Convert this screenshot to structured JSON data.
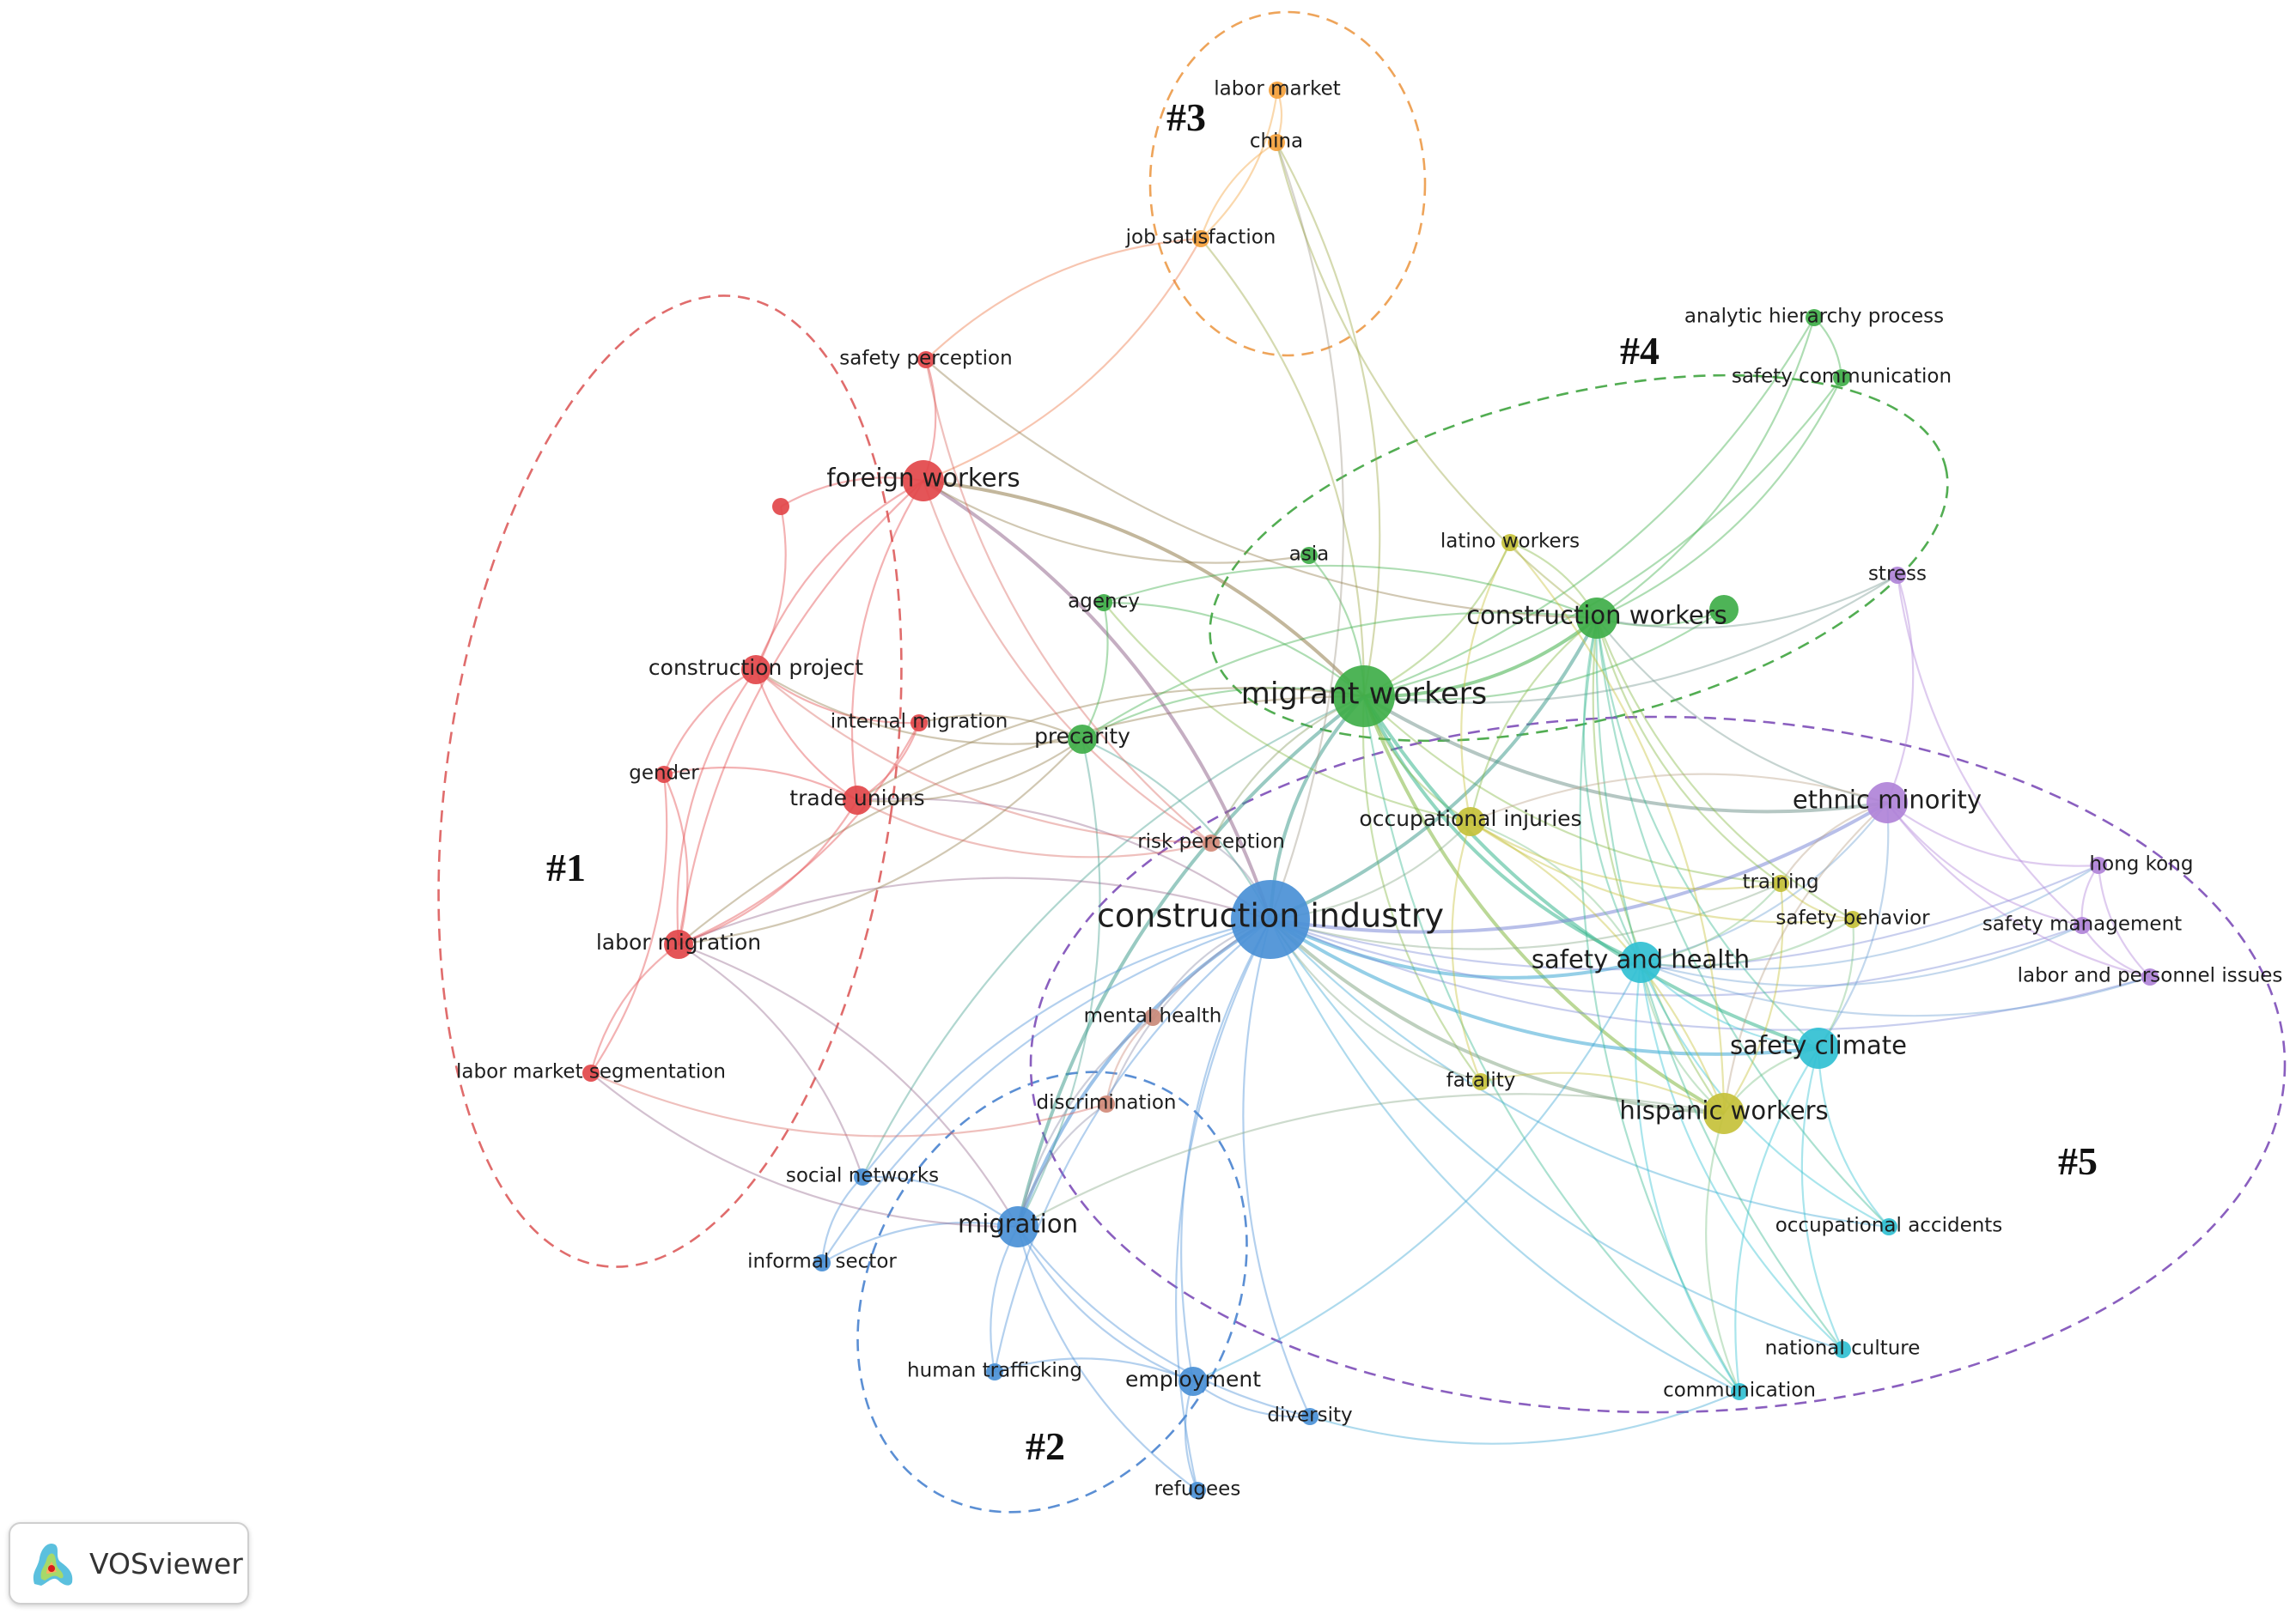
{
  "nodes": [
    {
      "id": "labor-market",
      "label": "labor market",
      "color": "#f4a13c",
      "size": "s"
    },
    {
      "id": "china",
      "label": "china",
      "color": "#f4a13c",
      "size": "s"
    },
    {
      "id": "job-satisfaction",
      "label": "job satisfaction",
      "color": "#f4a13c",
      "size": "s"
    },
    {
      "id": "safety-perception",
      "label": "safety perception",
      "color": "#e2474a",
      "size": "s"
    },
    {
      "id": "foreign-workers",
      "label": "foreign workers",
      "color": "#e2474a",
      "size": "l"
    },
    {
      "id": "red-unlabeled",
      "label": "",
      "color": "#e2474a",
      "size": "s"
    },
    {
      "id": "construction-project",
      "label": "construction project",
      "color": "#e2474a",
      "size": "m"
    },
    {
      "id": "internal-migration",
      "label": "internal migration",
      "color": "#e2474a",
      "size": "s"
    },
    {
      "id": "gender",
      "label": "gender",
      "color": "#e2474a",
      "size": "s"
    },
    {
      "id": "trade-unions",
      "label": "trade unions",
      "color": "#e2474a",
      "size": "m"
    },
    {
      "id": "labor-migration",
      "label": "labor migration",
      "color": "#e2474a",
      "size": "m"
    },
    {
      "id": "labor-market-segmentation",
      "label": "labor market segmentation",
      "color": "#e2474a",
      "size": "s"
    },
    {
      "id": "analytic-hierarchy-process",
      "label": "analytic hierarchy process",
      "color": "#3fae49",
      "size": "s"
    },
    {
      "id": "safety-communication",
      "label": "safety communication",
      "color": "#3fae49",
      "size": "s"
    },
    {
      "id": "asia",
      "label": "asia",
      "color": "#3fae49",
      "size": "s"
    },
    {
      "id": "latino-workers",
      "label": "latino workers",
      "color": "#c6c13a",
      "size": "s"
    },
    {
      "id": "agency",
      "label": "agency",
      "color": "#3fae49",
      "size": "s"
    },
    {
      "id": "construction-workers",
      "label": "construction workers",
      "color": "#3fae49",
      "size": "l"
    },
    {
      "id": "green-unlabeled",
      "label": "",
      "color": "#3fae49",
      "size": "m"
    },
    {
      "id": "migrant-workers",
      "label": "migrant workers",
      "color": "#3fae49",
      "size": "xl"
    },
    {
      "id": "precarity",
      "label": "precarity",
      "color": "#3fae49",
      "size": "m"
    },
    {
      "id": "stress",
      "label": "stress",
      "color": "#b083d8",
      "size": "s"
    },
    {
      "id": "ethnic-minority",
      "label": "ethnic minority",
      "color": "#b083d8",
      "size": "l"
    },
    {
      "id": "occupational-injuries",
      "label": "occupational injuries",
      "color": "#c6c13a",
      "size": "m"
    },
    {
      "id": "risk-perception",
      "label": "risk perception",
      "color": "#d28a78",
      "size": "s"
    },
    {
      "id": "training",
      "label": "training",
      "color": "#c6c13a",
      "size": "s"
    },
    {
      "id": "hong-kong",
      "label": "hong kong",
      "color": "#b083d8",
      "size": "s"
    },
    {
      "id": "construction-industry",
      "label": "construction industry",
      "color": "#4a90d6",
      "size": "xxl"
    },
    {
      "id": "safety-behavior",
      "label": "safety behavior",
      "color": "#c6c13a",
      "size": "s"
    },
    {
      "id": "safety-management",
      "label": "safety management",
      "color": "#b083d8",
      "size": "s"
    },
    {
      "id": "safety-and-health",
      "label": "safety and health",
      "color": "#31c0d2",
      "size": "l"
    },
    {
      "id": "labor-and-personnel-issues",
      "label": "labor and personnel issues",
      "color": "#b083d8",
      "size": "s"
    },
    {
      "id": "mental-health",
      "label": "mental health",
      "color": "#c98a7a",
      "size": "s"
    },
    {
      "id": "safety-climate",
      "label": "safety climate",
      "color": "#31c0d2",
      "size": "l"
    },
    {
      "id": "fatality",
      "label": "fatality",
      "color": "#c6c13a",
      "size": "s"
    },
    {
      "id": "discrimination",
      "label": "discrimination",
      "color": "#d28a78",
      "size": "s"
    },
    {
      "id": "hispanic-workers",
      "label": "hispanic workers",
      "color": "#c6c13a",
      "size": "l"
    },
    {
      "id": "social-networks",
      "label": "social networks",
      "color": "#4a90d6",
      "size": "s"
    },
    {
      "id": "migration",
      "label": "migration",
      "color": "#4a90d6",
      "size": "l"
    },
    {
      "id": "occupational-accidents",
      "label": "occupational accidents",
      "color": "#31c0d2",
      "size": "s"
    },
    {
      "id": "informal-sector",
      "label": "informal sector",
      "color": "#4a90d6",
      "size": "s"
    },
    {
      "id": "national-culture",
      "label": "national culture",
      "color": "#31c0d2",
      "size": "s"
    },
    {
      "id": "human-trafficking",
      "label": "human trafficking",
      "color": "#4a90d6",
      "size": "s"
    },
    {
      "id": "employment",
      "label": "employment",
      "color": "#4a90d6",
      "size": "m"
    },
    {
      "id": "communication",
      "label": "communication",
      "color": "#31c0d2",
      "size": "s"
    },
    {
      "id": "diversity",
      "label": "diversity",
      "color": "#4a90d6",
      "size": "s"
    },
    {
      "id": "refugees",
      "label": "refugees",
      "color": "#4a90d6",
      "size": "s"
    }
  ],
  "clusters": [
    {
      "id": "1",
      "label": "#1",
      "color": "#e06c6c"
    },
    {
      "id": "2",
      "label": "#2",
      "color": "#5b8fd4"
    },
    {
      "id": "3",
      "label": "#3",
      "color": "#eea45a"
    },
    {
      "id": "4",
      "label": "#4",
      "color": "#52ad52"
    },
    {
      "id": "5",
      "label": "#5",
      "color": "#8a5fbf"
    }
  ],
  "links": [
    [
      "migrant-workers",
      "construction-workers"
    ],
    [
      "migrant-workers",
      "construction-industry"
    ],
    [
      "migrant-workers",
      "precarity"
    ],
    [
      "migrant-workers",
      "safety-and-health"
    ],
    [
      "migrant-workers",
      "occupational-injuries"
    ],
    [
      "migrant-workers",
      "agency"
    ],
    [
      "migrant-workers",
      "asia"
    ],
    [
      "migrant-workers",
      "latino-workers"
    ],
    [
      "migrant-workers",
      "foreign-workers"
    ],
    [
      "migrant-workers",
      "china"
    ],
    [
      "migrant-workers",
      "ethnic-minority"
    ],
    [
      "migrant-workers",
      "safety-climate"
    ],
    [
      "migrant-workers",
      "hispanic-workers"
    ],
    [
      "migrant-workers",
      "migration"
    ],
    [
      "migrant-workers",
      "trade-unions"
    ],
    [
      "migrant-workers",
      "safety-communication"
    ],
    [
      "migrant-workers",
      "analytic-hierarchy-process"
    ],
    [
      "migrant-workers",
      "green-unlabeled"
    ],
    [
      "migrant-workers",
      "job-satisfaction"
    ],
    [
      "migrant-workers",
      "labor-migration"
    ],
    [
      "migrant-workers",
      "training"
    ],
    [
      "migrant-workers",
      "fatality"
    ],
    [
      "migrant-workers",
      "communication"
    ],
    [
      "migrant-workers",
      "social-networks"
    ],
    [
      "migrant-workers",
      "stress"
    ],
    [
      "migrant-workers",
      "risk-perception"
    ],
    [
      "construction-industry",
      "safety-and-health"
    ],
    [
      "construction-industry",
      "migration"
    ],
    [
      "construction-industry",
      "employment"
    ],
    [
      "construction-industry",
      "hispanic-workers"
    ],
    [
      "construction-industry",
      "safety-climate"
    ],
    [
      "construction-industry",
      "construction-workers"
    ],
    [
      "construction-industry",
      "ethnic-minority"
    ],
    [
      "construction-industry",
      "human-trafficking"
    ],
    [
      "construction-industry",
      "refugees"
    ],
    [
      "construction-industry",
      "diversity"
    ],
    [
      "construction-industry",
      "social-networks"
    ],
    [
      "construction-industry",
      "informal-sector"
    ],
    [
      "construction-industry",
      "mental-health"
    ],
    [
      "construction-industry",
      "discrimination"
    ],
    [
      "construction-industry",
      "foreign-workers"
    ],
    [
      "construction-industry",
      "national-culture"
    ],
    [
      "construction-industry",
      "communication"
    ],
    [
      "construction-industry",
      "occupational-accidents"
    ],
    [
      "construction-industry",
      "labor-and-personnel-issues"
    ],
    [
      "construction-industry",
      "safety-management"
    ],
    [
      "construction-industry",
      "occupational-injuries"
    ],
    [
      "construction-industry",
      "precarity"
    ],
    [
      "construction-industry",
      "labor-migration"
    ],
    [
      "construction-industry",
      "china"
    ],
    [
      "construction-industry",
      "fatality"
    ],
    [
      "construction-industry",
      "risk-perception"
    ],
    [
      "construction-industry",
      "trade-unions"
    ],
    [
      "construction-industry",
      "hong-kong"
    ],
    [
      "construction-industry",
      "training"
    ],
    [
      "construction-workers",
      "safety-communication"
    ],
    [
      "construction-workers",
      "analytic-hierarchy-process"
    ],
    [
      "construction-workers",
      "safety-and-health"
    ],
    [
      "construction-workers",
      "hispanic-workers"
    ],
    [
      "construction-workers",
      "safety-climate"
    ],
    [
      "construction-workers",
      "latino-workers"
    ],
    [
      "construction-workers",
      "green-unlabeled"
    ],
    [
      "construction-workers",
      "occupational-injuries"
    ],
    [
      "construction-workers",
      "stress"
    ],
    [
      "construction-workers",
      "ethnic-minority"
    ],
    [
      "construction-workers",
      "precarity"
    ],
    [
      "construction-workers",
      "agency"
    ],
    [
      "construction-workers",
      "national-culture"
    ],
    [
      "construction-workers",
      "communication"
    ],
    [
      "construction-workers",
      "training"
    ],
    [
      "construction-workers",
      "safety-behavior"
    ],
    [
      "construction-workers",
      "occupational-accidents"
    ],
    [
      "safety-and-health",
      "safety-climate"
    ],
    [
      "safety-and-health",
      "hispanic-workers"
    ],
    [
      "safety-and-health",
      "ethnic-minority"
    ],
    [
      "safety-and-health",
      "occupational-accidents"
    ],
    [
      "safety-and-health",
      "national-culture"
    ],
    [
      "safety-and-health",
      "communication"
    ],
    [
      "safety-and-health",
      "training"
    ],
    [
      "safety-and-health",
      "safety-behavior"
    ],
    [
      "safety-and-health",
      "occupational-injuries"
    ],
    [
      "safety-and-health",
      "labor-and-personnel-issues"
    ],
    [
      "safety-and-health",
      "safety-management"
    ],
    [
      "safety-and-health",
      "hong-kong"
    ],
    [
      "safety-climate",
      "hispanic-workers"
    ],
    [
      "safety-climate",
      "occupational-accidents"
    ],
    [
      "safety-climate",
      "national-culture"
    ],
    [
      "safety-climate",
      "communication"
    ],
    [
      "safety-climate",
      "ethnic-minority"
    ],
    [
      "safety-climate",
      "safety-behavior"
    ],
    [
      "hispanic-workers",
      "occupational-injuries"
    ],
    [
      "hispanic-workers",
      "fatality"
    ],
    [
      "hispanic-workers",
      "training"
    ],
    [
      "hispanic-workers",
      "communication"
    ],
    [
      "hispanic-workers",
      "latino-workers"
    ],
    [
      "hispanic-workers",
      "migration"
    ],
    [
      "ethnic-minority",
      "stress"
    ],
    [
      "ethnic-minority",
      "hong-kong"
    ],
    [
      "ethnic-minority",
      "safety-management"
    ],
    [
      "ethnic-minority",
      "labor-and-personnel-issues"
    ],
    [
      "ethnic-minority",
      "occupational-injuries"
    ],
    [
      "ethnic-minority",
      "training"
    ],
    [
      "ethnic-minority",
      "hispanic-workers"
    ],
    [
      "hong-kong",
      "safety-management"
    ],
    [
      "hong-kong",
      "labor-and-personnel-issues"
    ],
    [
      "safety-management",
      "labor-and-personnel-issues"
    ],
    [
      "stress",
      "safety-management"
    ],
    [
      "migration",
      "social-networks"
    ],
    [
      "migration",
      "informal-sector"
    ],
    [
      "migration",
      "human-trafficking"
    ],
    [
      "migration",
      "employment"
    ],
    [
      "migration",
      "refugees"
    ],
    [
      "migration",
      "diversity"
    ],
    [
      "migration",
      "labor-migration"
    ],
    [
      "migration",
      "precarity"
    ],
    [
      "employment",
      "refugees"
    ],
    [
      "employment",
      "diversity"
    ],
    [
      "employment",
      "human-trafficking"
    ],
    [
      "employment",
      "safety-and-health"
    ],
    [
      "social-networks",
      "informal-sector"
    ],
    [
      "social-networks",
      "labor-migration"
    ],
    [
      "diversity",
      "communication"
    ],
    [
      "foreign-workers",
      "safety-perception"
    ],
    [
      "foreign-workers",
      "construction-project"
    ],
    [
      "foreign-workers",
      "red-unlabeled"
    ],
    [
      "foreign-workers",
      "trade-unions"
    ],
    [
      "foreign-workers",
      "labor-migration"
    ],
    [
      "foreign-workers",
      "job-satisfaction"
    ],
    [
      "foreign-workers",
      "asia"
    ],
    [
      "foreign-workers",
      "risk-perception"
    ],
    [
      "construction-project",
      "gender"
    ],
    [
      "construction-project",
      "trade-unions"
    ],
    [
      "construction-project",
      "labor-migration"
    ],
    [
      "construction-project",
      "internal-migration"
    ],
    [
      "construction-project",
      "red-unlabeled"
    ],
    [
      "construction-project",
      "precarity"
    ],
    [
      "construction-project",
      "risk-perception"
    ],
    [
      "labor-migration",
      "labor-market-segmentation"
    ],
    [
      "labor-migration",
      "gender"
    ],
    [
      "labor-migration",
      "trade-unions"
    ],
    [
      "labor-migration",
      "internal-migration"
    ],
    [
      "labor-migration",
      "precarity"
    ],
    [
      "labor-market-segmentation",
      "gender"
    ],
    [
      "labor-market-segmentation",
      "migration"
    ],
    [
      "labor-market-segmentation",
      "discrimination"
    ],
    [
      "trade-unions",
      "precarity"
    ],
    [
      "trade-unions",
      "internal-migration"
    ],
    [
      "trade-unions",
      "risk-perception"
    ],
    [
      "trade-unions",
      "gender"
    ],
    [
      "safety-perception",
      "risk-perception"
    ],
    [
      "safety-perception",
      "construction-workers"
    ],
    [
      "china",
      "job-satisfaction"
    ],
    [
      "china",
      "labor-market"
    ],
    [
      "china",
      "construction-workers"
    ],
    [
      "job-satisfaction",
      "labor-market"
    ],
    [
      "job-satisfaction",
      "safety-perception"
    ],
    [
      "precarity",
      "agency"
    ],
    [
      "precarity",
      "internal-migration"
    ],
    [
      "agency",
      "occupational-injuries"
    ],
    [
      "latino-workers",
      "occupational-injuries"
    ],
    [
      "occupational-injuries",
      "fatality"
    ],
    [
      "occupational-injuries",
      "training"
    ],
    [
      "occupational-injuries",
      "safety-behavior"
    ],
    [
      "training",
      "safety-behavior"
    ],
    [
      "mental-health",
      "discrimination"
    ],
    [
      "mental-health",
      "migration"
    ],
    [
      "discrimination",
      "migration"
    ],
    [
      "safety-communication",
      "analytic-hierarchy-process"
    ]
  ],
  "footer": {
    "brand": "VOSviewer"
  }
}
